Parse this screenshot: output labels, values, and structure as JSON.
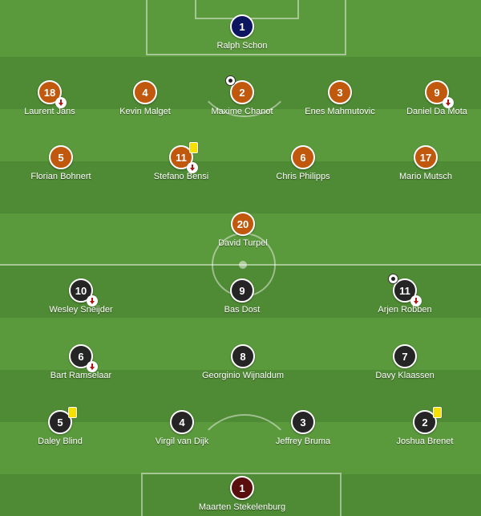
{
  "colors": {
    "pitch_dark": "#4f8a34",
    "pitch_light": "#5b993d",
    "home_outfield": "#c0580e",
    "home_keeper": "#0c1560",
    "away_outfield": "#252525",
    "away_keeper": "#5a0f0f",
    "substitution_arrow": "#b21212",
    "yellow_card": "#f5e000"
  },
  "home_team": {
    "goalkeeper": {
      "number": "1",
      "name": "Ralph Schon",
      "events": []
    },
    "defenders": [
      {
        "number": "18",
        "name": "Laurent Jans",
        "events": [
          "substitution-off"
        ]
      },
      {
        "number": "4",
        "name": "Kevin Malget",
        "events": []
      },
      {
        "number": "2",
        "name": "Maxime Chanot",
        "events": [
          "goal"
        ]
      },
      {
        "number": "3",
        "name": "Enes Mahmutovic",
        "events": []
      },
      {
        "number": "9",
        "name": "Daniel Da Mota",
        "events": [
          "substitution-off"
        ]
      }
    ],
    "midfielders": [
      {
        "number": "5",
        "name": "Florian Bohnert",
        "events": []
      },
      {
        "number": "11",
        "name": "Stefano Bensi",
        "events": [
          "yellow-card",
          "substitution-off"
        ]
      },
      {
        "number": "6",
        "name": "Chris Philipps",
        "events": []
      },
      {
        "number": "17",
        "name": "Mario Mutsch",
        "events": []
      }
    ],
    "forwards": [
      {
        "number": "20",
        "name": "David Turpel",
        "events": []
      }
    ]
  },
  "away_team": {
    "forwards": [
      {
        "number": "10",
        "name": "Wesley Sneijder",
        "events": [
          "substitution-off"
        ]
      },
      {
        "number": "9",
        "name": "Bas Dost",
        "events": []
      },
      {
        "number": "11",
        "name": "Arjen Robben",
        "events": [
          "goal",
          "substitution-off"
        ]
      }
    ],
    "midfielders": [
      {
        "number": "6",
        "name": "Bart Ramselaar",
        "events": [
          "substitution-off"
        ]
      },
      {
        "number": "8",
        "name": "Georginio Wijnaldum",
        "events": []
      },
      {
        "number": "7",
        "name": "Davy Klaassen",
        "events": []
      }
    ],
    "defenders": [
      {
        "number": "5",
        "name": "Daley Blind",
        "events": [
          "yellow-card"
        ]
      },
      {
        "number": "4",
        "name": "Virgil van Dijk",
        "events": []
      },
      {
        "number": "3",
        "name": "Jeffrey Bruma",
        "events": []
      },
      {
        "number": "2",
        "name": "Joshua Brenet",
        "events": [
          "yellow-card"
        ]
      }
    ],
    "goalkeeper": {
      "number": "1",
      "name": "Maarten Stekelenburg",
      "events": []
    }
  }
}
